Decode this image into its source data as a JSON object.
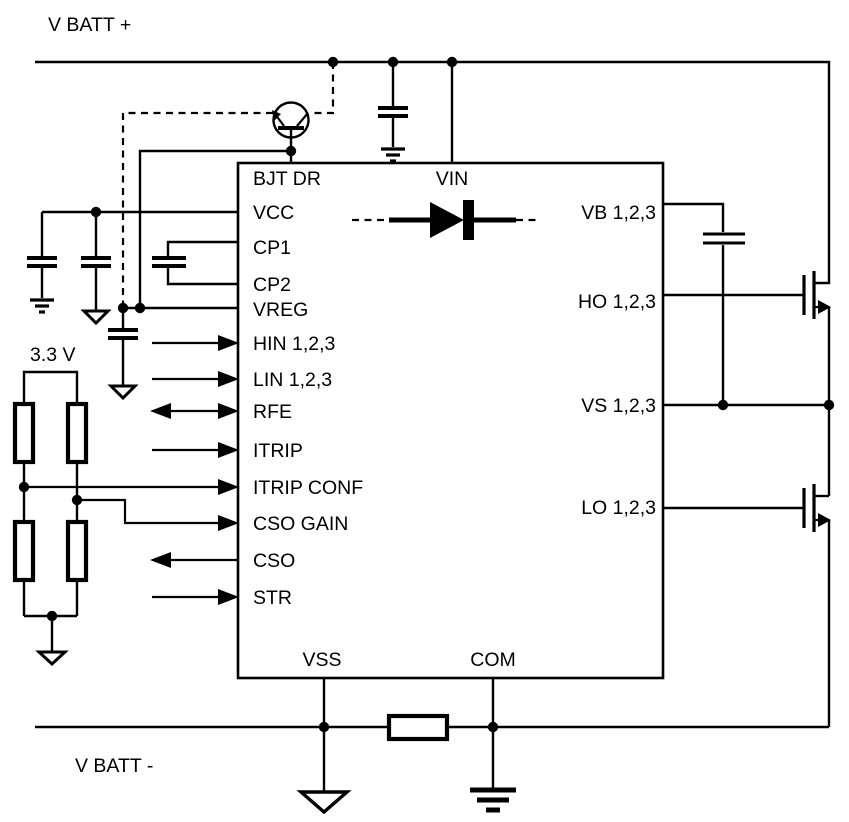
{
  "schematic": {
    "description": "Three-phase gate driver IC application circuit",
    "background": "#ffffff",
    "line_color": "#000000",
    "text_color": "#000000",
    "rails": {
      "vbatt_plus": "V BATT +",
      "vbatt_minus": "V BATT -",
      "logic_supply": "3.3 V"
    },
    "pins": {
      "bjt_dr": "BJT DR",
      "vcc": "VCC",
      "cp1": "CP1",
      "cp2": "CP2",
      "vreg": "VREG",
      "hin": "HIN 1,2,3",
      "lin": "LIN 1,2,3",
      "rfe": "RFE",
      "itrip": "ITRIP",
      "itrip_conf": "ITRIP CONF",
      "cso_gain": "CSO GAIN",
      "cso": "CSO",
      "str": "STR",
      "vin": "VIN",
      "vss": "VSS",
      "com": "COM",
      "vb": "VB 1,2,3",
      "ho": "HO 1,2,3",
      "vs": "VS 1,2,3",
      "lo": "LO 1,2,3"
    }
  }
}
